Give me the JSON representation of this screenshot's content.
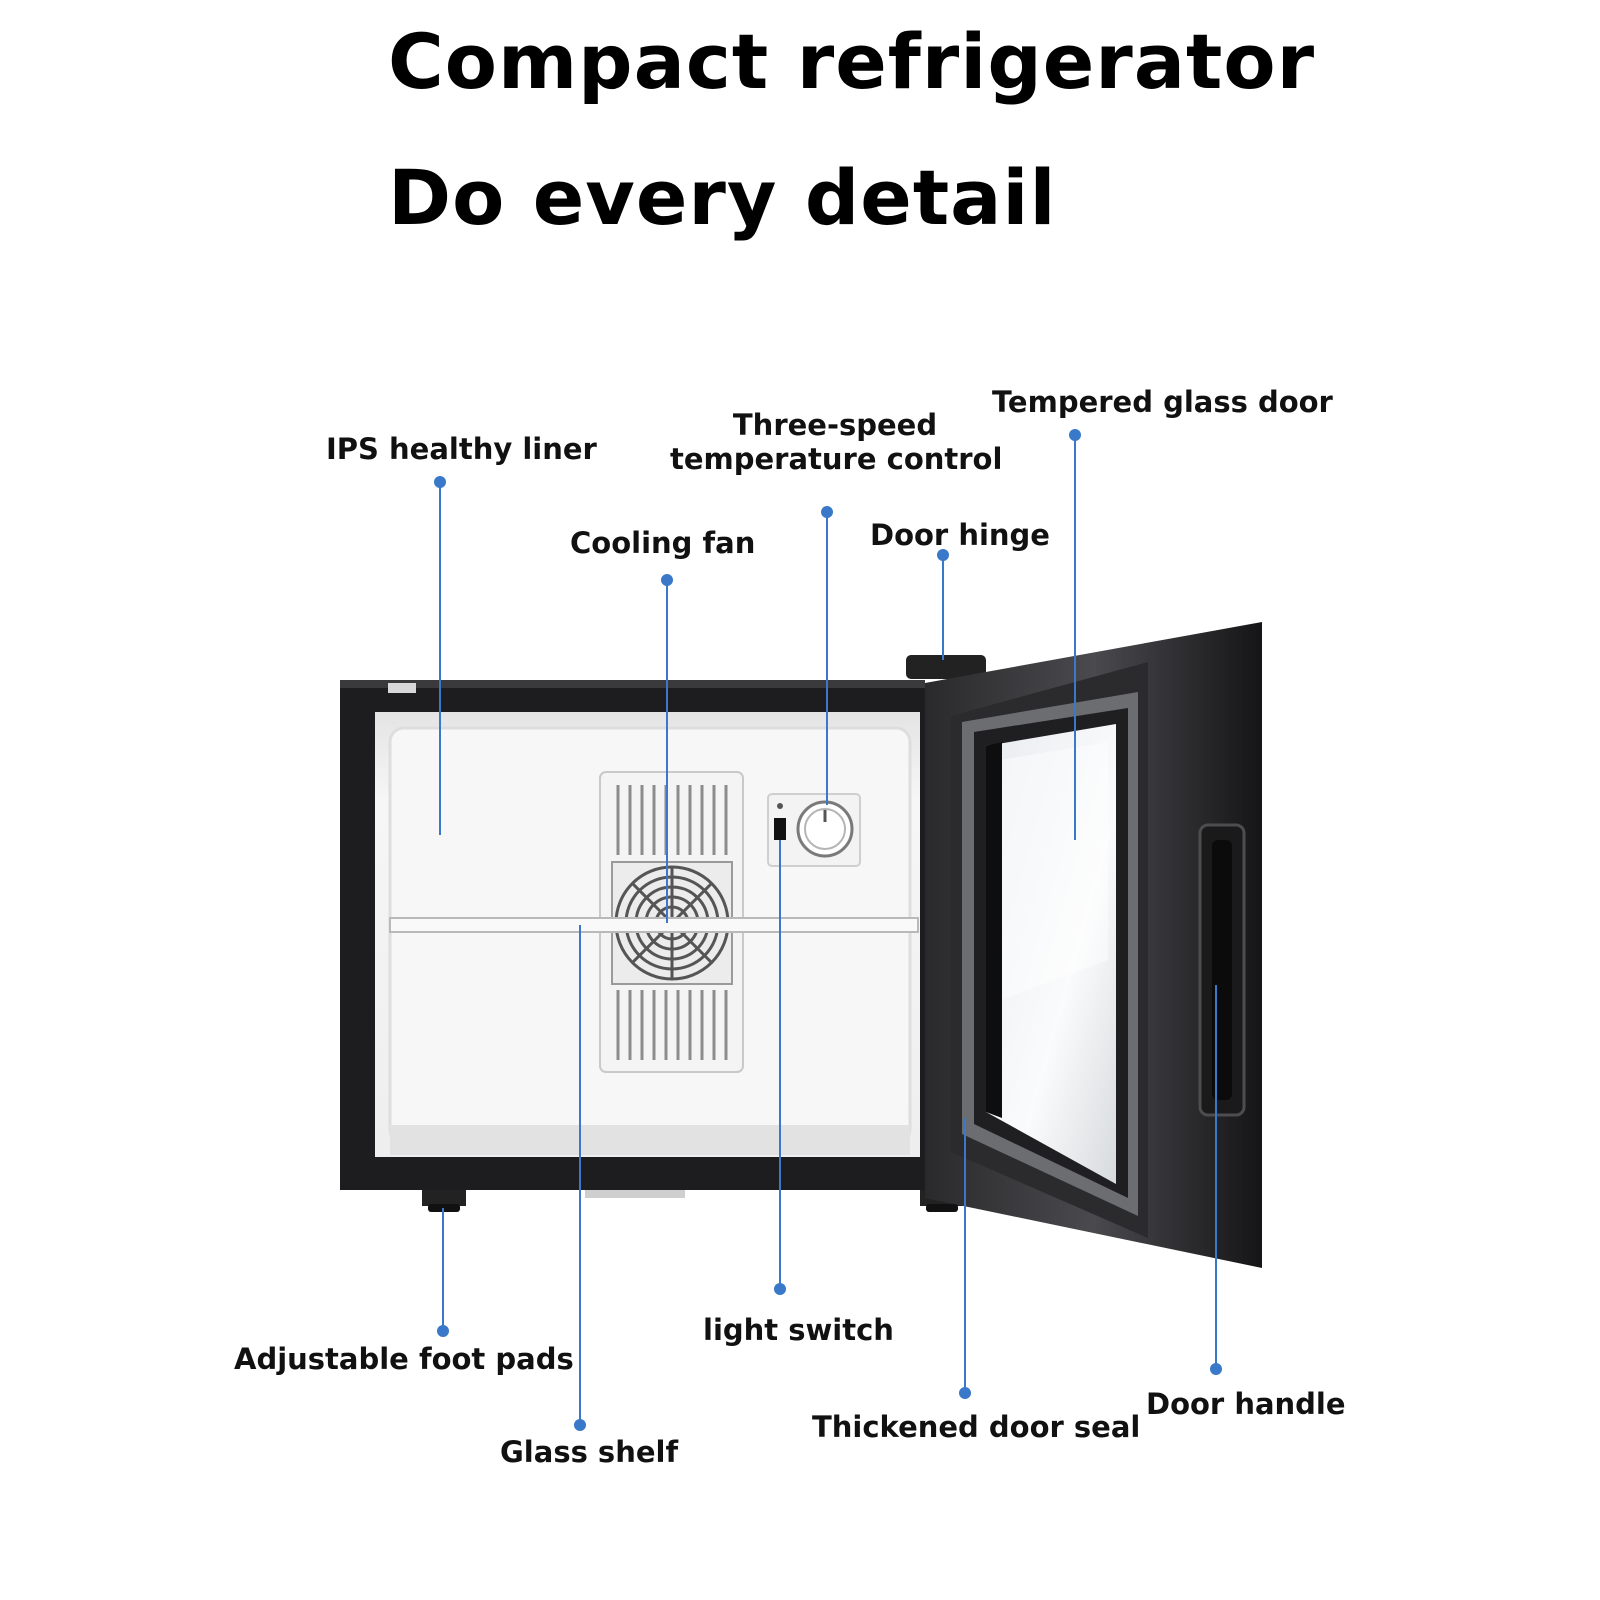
{
  "header": {
    "title": "Compact refrigerator",
    "subtitle": "Do every detail"
  },
  "callouts": {
    "ips_liner": "IPS healthy liner",
    "temp_control_line1": "Three-speed",
    "temp_control_line2": "temperature control",
    "glass_door": "Tempered glass door",
    "cooling_fan": "Cooling fan",
    "door_hinge": "Door hinge",
    "foot_pads": "Adjustable foot pads",
    "light_switch": "light switch",
    "glass_shelf": "Glass shelf",
    "door_seal": "Thickened door seal",
    "door_handle": "Door handle"
  },
  "colors": {
    "leader": "#3a78c9",
    "cabinet": "#1d1d1f",
    "liner": "#f3f3f3"
  }
}
